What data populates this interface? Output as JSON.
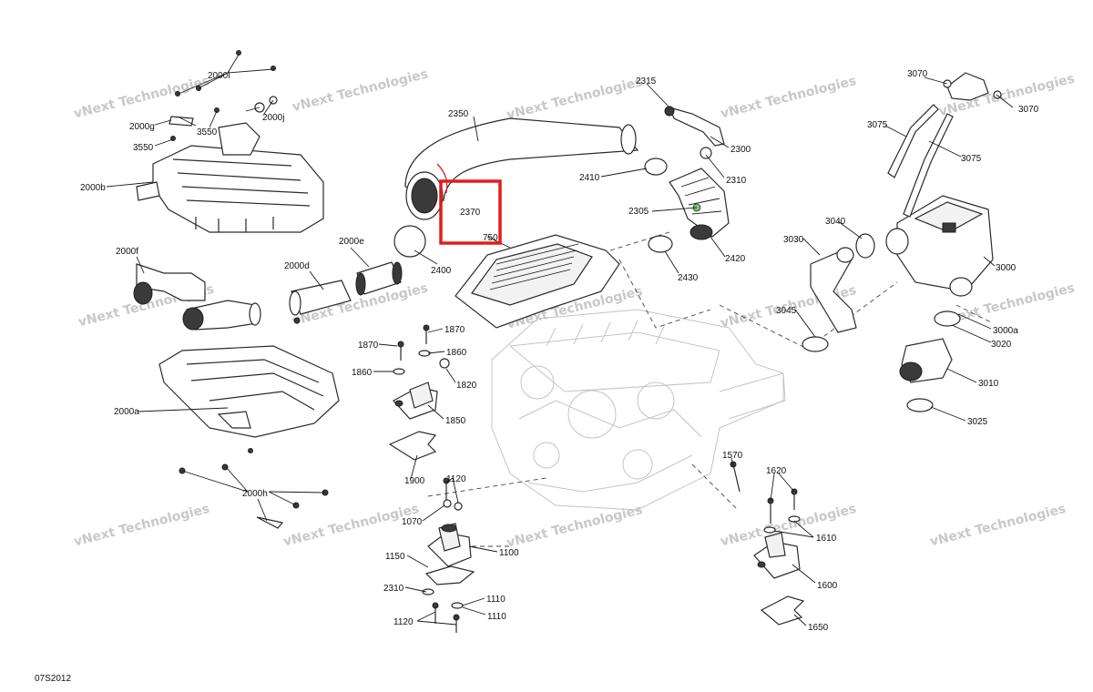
{
  "diagram_code": "07S2012",
  "highlight_color": "#e11d1d",
  "callouts": {
    "c2000i": "2000i",
    "c2000j": "2000j",
    "c2000g": "2000g",
    "c3550a": "3550",
    "c3550b": "3550",
    "c2000b": "2000b",
    "c2000f": "2000f",
    "c2000e": "2000e",
    "c2000d": "2000d",
    "c2000a": "2000a",
    "c2000h": "2000h",
    "c2350": "2350",
    "c2370": "2370",
    "c750": "750",
    "c2400": "2400",
    "c2315": "2315",
    "c2300": "2300",
    "c2310": "2310",
    "c2410": "2410",
    "c2305": "2305",
    "c2420": "2420",
    "c2430": "2430",
    "c3070a": "3070",
    "c3070b": "3070",
    "c3075a": "3075",
    "c3075b": "3075",
    "c3040": "3040",
    "c3030": "3030",
    "c3000": "3000",
    "c3045": "3045",
    "c3000a": "3000a",
    "c3020": "3020",
    "c3010": "3010",
    "c3025": "3025",
    "c1870a": "1870",
    "c1870b": "1870",
    "c1860a": "1860",
    "c1860b": "1860",
    "c1820": "1820",
    "c1850": "1850",
    "c1900": "1900",
    "c1120a": "1120",
    "c1070": "1070",
    "c1150": "1150",
    "c1100": "1100",
    "c2310b": "2310",
    "c1110a": "1110",
    "c1110b": "1110",
    "c1120b": "1120",
    "c1570": "1570",
    "c1620": "1620",
    "c1610": "1610",
    "c1600": "1600",
    "c1650": "1650"
  },
  "watermark": {
    "line1": "vNext Technologies",
    "line2": "vNext Technologies"
  }
}
